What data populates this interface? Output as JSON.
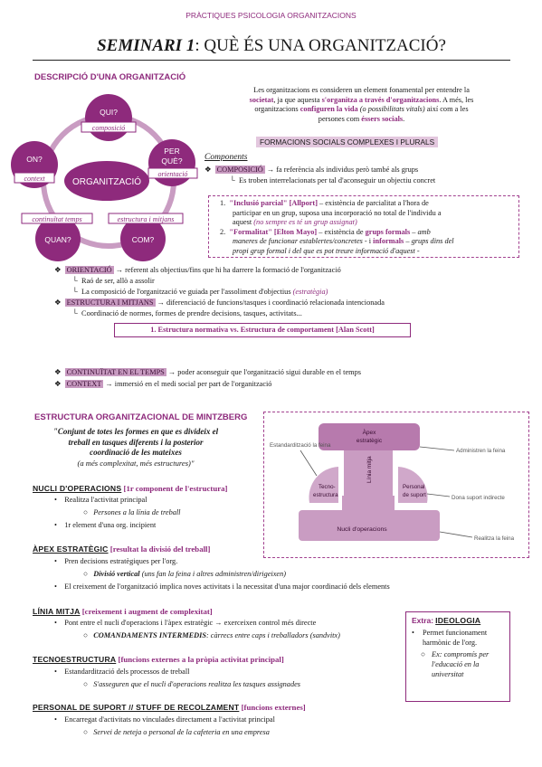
{
  "page_header": "PRÀCTIQUES PSICOLOGIA ORGANITZACIONS",
  "title": {
    "bold": "SEMINARI 1",
    "rest": ": QUÈ ÉS UNA ORGANITZACIÓ?"
  },
  "desc_header": "DESCRIPCIÓ D'UNA ORGANITZACIÓ",
  "circle": {
    "center": "ORGANITZACIÓ",
    "nodes": [
      {
        "q": "QUI?",
        "sub": "composició"
      },
      {
        "q": "PER QUÈ?",
        "sub": "orientació"
      },
      {
        "q": "COM?",
        "sub": "estructura i mitjans"
      },
      {
        "q": "QUAN?",
        "sub": "continuïtat temps"
      },
      {
        "q": "ON?",
        "sub": "context"
      }
    ]
  },
  "intro": {
    "t1": "Les organitzacions es consideren un element fonamental per entendre la",
    "t2a": "societat",
    "t2b": ", ja que aquesta ",
    "t2c": "s'organitza a través d'organitzacions",
    "t2d": ". A més, les",
    "t3a": "organitzacions ",
    "t3b": "configuren la vida",
    "t3c": " (o possibilitats vitals)",
    "t3d": " així com a les",
    "t4a": "persones com ",
    "t4b": "éssers socials",
    "t4c": ".",
    "formations": "FORMACIONS SOCIALS COMPLEXES I PLURALS"
  },
  "components": {
    "label": "Components",
    "composicio": "COMPOSICIÓ",
    "composicio_text": "→ fa referència als individus però també als grups",
    "composicio_sub": "Es troben interrelacionats per tal d'aconseguir un objectiu concret",
    "list1_num": "1.",
    "list1_name": "\"Inclusió parcial\" [Allport]",
    "list1_text": " – existència de parcialitat a l'hora de",
    "list1_l2": "participar en un grup, suposa una incorporació no total de l'individu a",
    "list1_l3a": "aquest ",
    "list1_l3b": "(no sempre es té un grup assignat)",
    "list2_num": "2.",
    "list2_name": "\"Formalitat\" [Elton Mayo]",
    "list2_text_a": " – existència de ",
    "list2_text_b": "grups formals",
    "list2_text_c": " – amb",
    "list2_l2a": "maneres de funcionar establertes/concretes",
    "list2_l2b": " - i ",
    "list2_l2c": "informals",
    "list2_l2d": " – grups dins del",
    "list2_l3": "propi grup formal i del que es pot treure informació d'aquest -",
    "orientacio": "ORIENTACIÓ",
    "orientacio_text": "→ referent als objectius/fins que hi ha darrere la formació de l'organització",
    "orientacio_s1": "Raó de ser, allò a assolir",
    "orientacio_s2a": "La composició de l'organització ve guiada per l'assoliment d'objectius ",
    "orientacio_s2b": "(estratègia)",
    "estructura": "ESTRUCTURA I MITJANS",
    "estructura_text": "→ diferenciació de funcions/tasques i coordinació relacionada intencionada",
    "estructura_s1": "Coordinació de normes, formes de prendre decisions, tasques, activitats...",
    "estructura_box": "1.    Estructura normativa vs. Estructura de comportament [Alan Scott]",
    "continuitat": "CONTINUÏTAT EN EL TEMPS",
    "continuitat_text": "→ poder aconseguir que l'organització sigui durable en el temps",
    "context": "CONTEXT",
    "context_text": "→ immersió en el medi social per part de l'organització"
  },
  "mintzberg": {
    "header": "ESTRUCTURA ORGANITZACIONAL DE MINTZBERG",
    "quote1": "\"Conjunt de totes les formes en que es divideix el",
    "quote2": "treball en tasques diferents i la posterior",
    "quote3": "coordinació de les mateixes",
    "quote4": "(a més complexitat, més estructures)\"",
    "diagram": {
      "apex": "Àpex estratègic",
      "line": "Línia mitja",
      "tecno": "Tecno-estructura",
      "support": "Personal de suport",
      "nucli": "Nucli d'operacions",
      "ann1": "Estandardització la feina",
      "ann2": "Administren la feina",
      "ann3": "Dona suport indirecte",
      "ann4": "Realitza la feina"
    }
  },
  "sections": [
    {
      "title": "NUCLI D'OPERACIONS",
      "tag": "[1r component de l'estructura]",
      "items": [
        {
          "text": "Realitza l'activitat principal",
          "sub": "Persones a la línia de treball"
        },
        {
          "text": "1r element d'una org. incipient"
        }
      ]
    },
    {
      "title": "ÀPEX ESTRATÈGIC",
      "tag": "[resultat la divisió del treball]",
      "items": [
        {
          "text": "Pren decisions estratègiques per l'org.",
          "sub_b": "Divisió vertical",
          "sub": " (uns fan la feina i altres administren/dirigeixen)"
        },
        {
          "text": "El creixement de l'organització implica noves activitats i la necessitat d'una major coordinació dels elements"
        }
      ]
    },
    {
      "title": "LÍNIA MITJA",
      "tag": "[creixement i augment de complexitat]",
      "items": [
        {
          "text": "Pont entre el nucli d'operacions i l'àpex estratègic → exerceixen control més directe",
          "sub_b": "COMANDAMENTS INTERMEDIS",
          "sub": ": càrrecs entre caps i treballadors (sandvitx)"
        }
      ]
    },
    {
      "title": "TECNOESTRUCTURA",
      "tag": "[funcions externes a la pròpia activitat principal]",
      "items": [
        {
          "text": "Estandardització dels processos de treball",
          "sub": "S'asseguren que el nucli d'operacions realitza les tasques assignades"
        }
      ]
    },
    {
      "title": "PERSONAL DE SUPORT // STUFF DE RECOLZAMENT",
      "tag": "[funcions externes]",
      "items": [
        {
          "text": "Encarregat d'activitats no vinculades directament a l'activitat principal",
          "sub": "Servei de neteja o personal de la cafeteria en una empresa"
        }
      ]
    }
  ],
  "extra": {
    "label": "Extra:",
    "title": "IDEOLOGIA",
    "b1": "Permet funcionament harmònic de l'org.",
    "b2": "Ex: compromís per l'educació en la universitat"
  }
}
